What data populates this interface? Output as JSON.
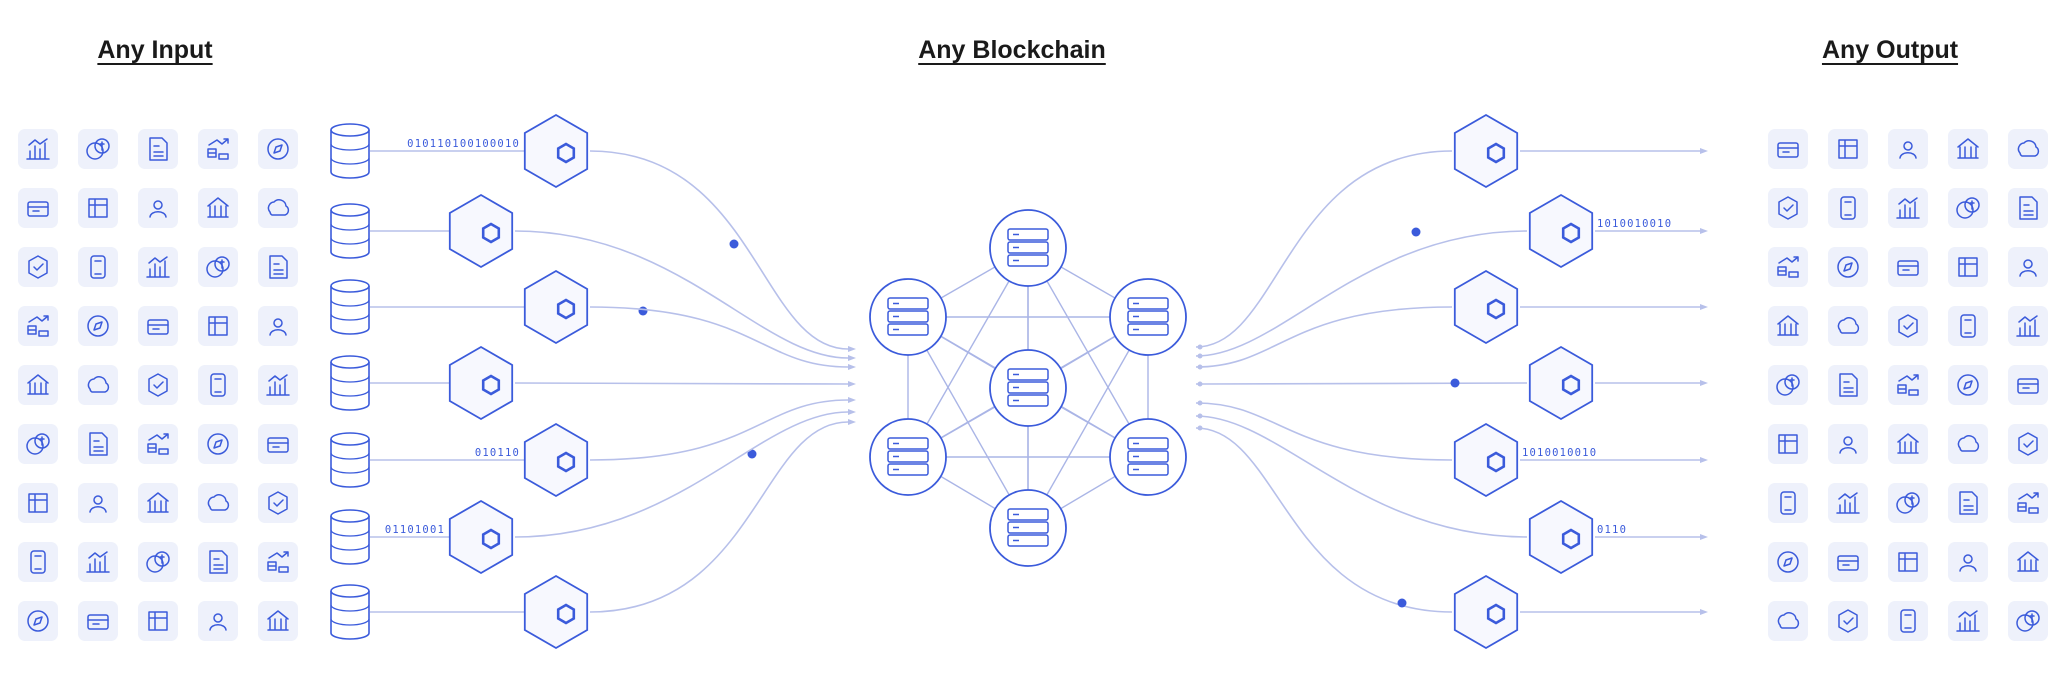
{
  "headings": {
    "input": "Any Input",
    "blockchain": "Any Blockchain",
    "output": "Any Output"
  },
  "colors": {
    "accent": "#3b5bdb",
    "line": "#b7c0ea",
    "tile_bg": "#eef1fb"
  },
  "input_icons": [
    "bar-chart-icon",
    "coins-dollar-icon",
    "invoice-icon",
    "stock-trend-icon",
    "compass-icon",
    "solar-panel-icon",
    "car-service-icon",
    "gavel-icon",
    "document-edit-icon",
    "landscape-icon",
    "thermometer-icon",
    "people-cloud-icon",
    "phone-id-icon",
    "clock-vehicle-icon",
    "cloud-rain-icon",
    "globe-vehicle-icon",
    "telescope-icon",
    "binary-users-icon",
    "shopping-cart-icon",
    "user-group-icon",
    "basketball-hoop-icon",
    "currency-exchange-icon",
    "wind-turbine-icon",
    "calendar-list-icon",
    "satellite-icon",
    "signature-icon",
    "users-dollar-icon",
    "sun-weather-icon",
    "football-icon",
    "stethoscope-icon",
    "airplane-globe-icon",
    "atom-icon",
    "soccer-ball-icon",
    "database-sync-icon",
    "snow-weather-icon",
    "map-pin-icon",
    "bitcoin-hand-icon",
    "monitor-upload-icon",
    "oil-rig-icon",
    "factory-icon",
    "brain-icon",
    "code-window-icon",
    "heartbeat-icon",
    "database-card-icon",
    "wallet-user-icon"
  ],
  "output_icons": [
    "office-buildings-icon",
    "payment-terminal-icon",
    "dollar-icon",
    "bank-icon",
    "server-stack-icon",
    "globe-lock-icon",
    "invoice-check-icon",
    "ethereum-icon",
    "terminal-icon",
    "bank-building-icon",
    "dollar-document-icon",
    "rocket-icon",
    "checklist-icon",
    "globe-icon",
    "euro-icon",
    "cloud-lock-icon",
    "bitcoin-icon",
    "analytics-screen-icon",
    "globe-network-icon",
    "government-icon",
    "database-icon",
    "bank-icon",
    "tether-icon",
    "wallet-icon",
    "server-list-icon",
    "puzzle-gear-icon",
    "cubes-icon",
    "gears-icon",
    "dai-icon",
    "skyscraper-icon",
    "monitor-check-icon",
    "bank-icon",
    "capitol-icon",
    "pound-icon",
    "card-terminal-icon",
    "chip-icon",
    "yen-icon",
    "server-rack-icon",
    "tower-icon",
    "monument-icon",
    "lock-user-icon",
    "globe-dollar-icon",
    "hard-drive-icon",
    "browser-window-icon",
    "database-coins-icon"
  ],
  "left_streams": [
    {
      "bits": "010110100100010"
    },
    {
      "bits": ""
    },
    {
      "bits": ""
    },
    {
      "bits": ""
    },
    {
      "bits": "010110"
    },
    {
      "bits": "01101001"
    },
    {
      "bits": ""
    }
  ],
  "right_streams": [
    {
      "bits": ""
    },
    {
      "bits": "1010010010"
    },
    {
      "bits": ""
    },
    {
      "bits": ""
    },
    {
      "bits": "1010010010"
    },
    {
      "bits": "0110"
    },
    {
      "bits": ""
    }
  ],
  "blockchain_nodes": [
    "server-node-top",
    "server-node-upper-left",
    "server-node-upper-right",
    "server-node-center",
    "server-node-lower-left",
    "server-node-lower-right",
    "server-node-bottom"
  ]
}
